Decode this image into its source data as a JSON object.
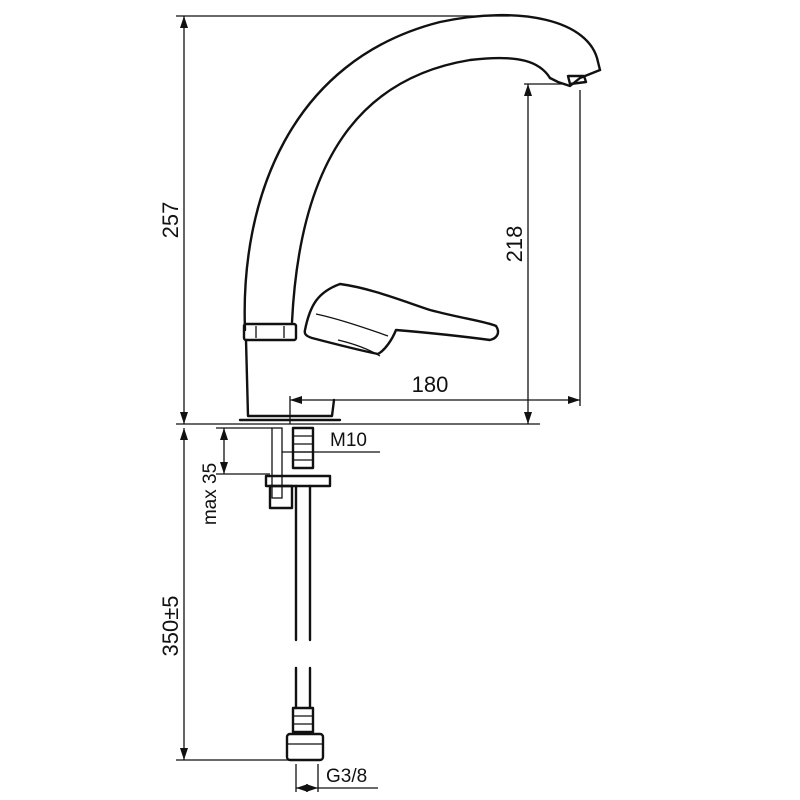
{
  "dimensions": {
    "total_height": "257",
    "spout_height": "218",
    "spout_reach": "180",
    "thread": "M10",
    "max_thickness": "max 35",
    "hose_length": "350±5",
    "connection": "G3/8"
  },
  "colors": {
    "line": "#111111",
    "background": "#ffffff"
  }
}
